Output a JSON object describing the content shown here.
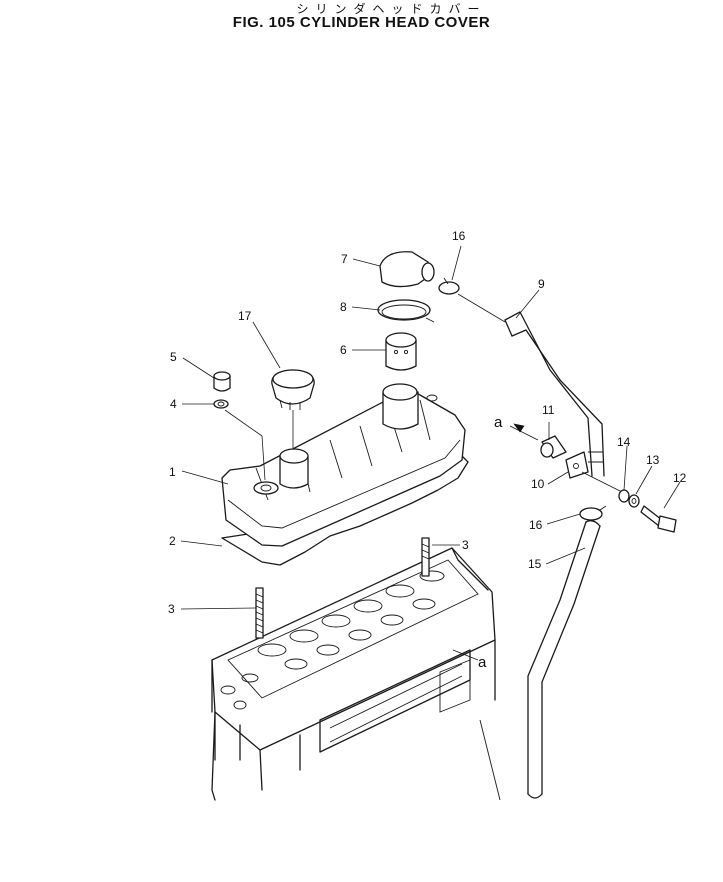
{
  "figure": {
    "title_jp": "シリンダヘッドカバー",
    "title_en": "FIG. 105  CYLINDER HEAD COVER"
  },
  "callouts": {
    "c1": "1",
    "c2": "2",
    "c3_left": "3",
    "c3_right": "3",
    "c4": "4",
    "c5": "5",
    "c6": "6",
    "c7": "7",
    "c8": "8",
    "c9": "9",
    "c10": "10",
    "c11": "11",
    "c12": "12",
    "c13": "13",
    "c14": "14",
    "c15": "15",
    "c16_top": "16",
    "c16_mid": "16",
    "c17": "17",
    "a_upper": "a",
    "a_lower": "a"
  }
}
